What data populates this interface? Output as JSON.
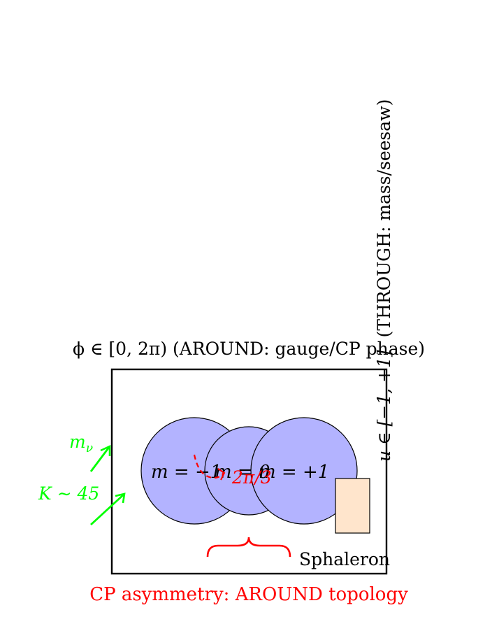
{
  "top_label": "ϕ ∈ [0, 2π) (AROUND: gauge/CP phase)",
  "vertical_label": {
    "math": "u ∈ [−1, +1]",
    "text": "(THROUGH: mass/seesaw)"
  },
  "circles": [
    {
      "label": "m = −1"
    },
    {
      "label": "m = 0"
    },
    {
      "label": "m = +1"
    }
  ],
  "phase_annotation": "2π/3",
  "neutrino_mass_label": "m",
  "neutrino_mass_subscript": "ν",
  "washout_label": "K ∼ 45",
  "sphaleron_label": "Sphaleron",
  "caption": "CP asymmetry: AROUND topology",
  "colors": {
    "circle_fill": "#b3b3ff",
    "box_fill": "#ffe5cc",
    "accent_red": "#ff0000",
    "accent_green": "#00ff00",
    "stroke": "#000000"
  }
}
